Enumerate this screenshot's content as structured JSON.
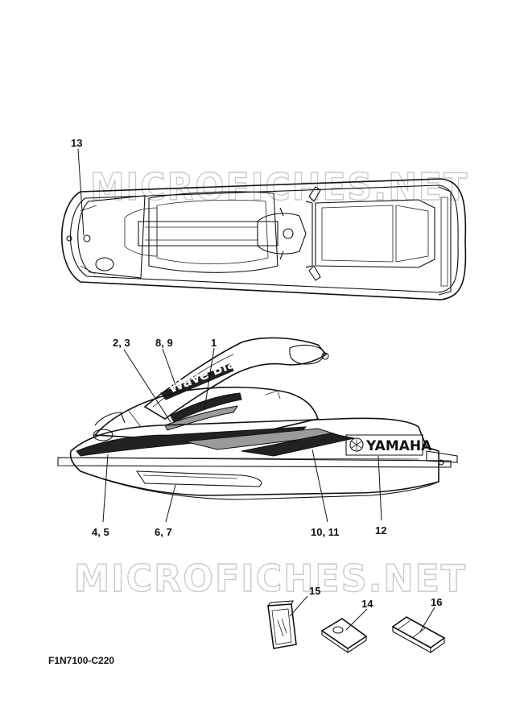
{
  "watermark": "MICROFICHES.NET",
  "diagram_code": "F1N7100-C220",
  "brand_logo": "YAMAHA",
  "hood_graphic_text": "Wave Blaster",
  "callouts": {
    "c1": "1",
    "c2_3": "2, 3",
    "c4_5": "4, 5",
    "c6_7": "6, 7",
    "c8_9": "8, 9",
    "c10_11": "10, 11",
    "c12": "12",
    "c13": "13",
    "c14": "14",
    "c15": "15",
    "c16": "16"
  }
}
